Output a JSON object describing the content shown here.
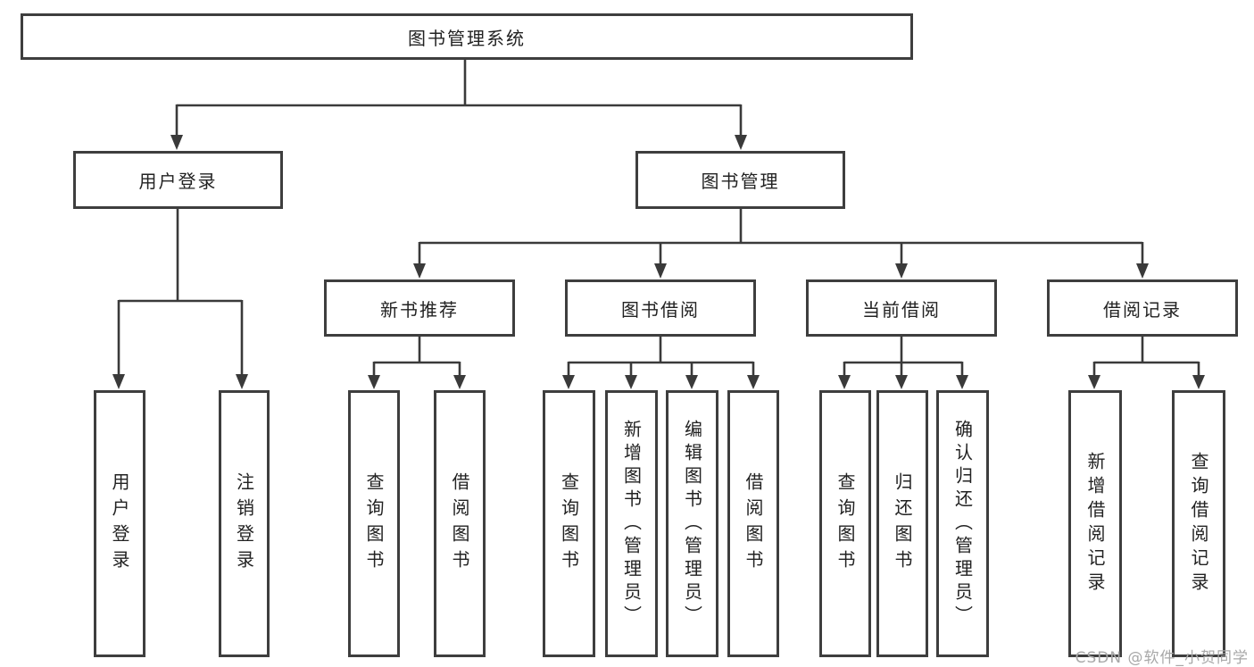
{
  "tree": {
    "root": {
      "label": "图书管理系统"
    },
    "branches": [
      {
        "label": "用户登录",
        "children": [
          {
            "label": "用户登录"
          },
          {
            "label": "注销登录"
          }
        ]
      },
      {
        "label": "图书管理",
        "children": [
          {
            "label": "新书推荐",
            "children": [
              {
                "label": "查询图书"
              },
              {
                "label": "借阅图书"
              }
            ]
          },
          {
            "label": "图书借阅",
            "children": [
              {
                "label": "查询图书"
              },
              {
                "label": "新增图书（管理员）"
              },
              {
                "label": "编辑图书（管理员）"
              },
              {
                "label": "借阅图书"
              }
            ]
          },
          {
            "label": "当前借阅",
            "children": [
              {
                "label": "查询图书"
              },
              {
                "label": "归还图书"
              },
              {
                "label": "确认归还（管理员）"
              }
            ]
          },
          {
            "label": "借阅记录",
            "children": [
              {
                "label": "新增借阅记录"
              },
              {
                "label": "查询借阅记录"
              }
            ]
          }
        ]
      }
    ]
  },
  "watermark": {
    "text": "CSDN @软件_小贺同学",
    "color": "#a8a8a8"
  },
  "colors": {
    "line": "#3a3a3a",
    "box_border": "#3e3e3e",
    "text": "#222222",
    "background": "#ffffff"
  }
}
